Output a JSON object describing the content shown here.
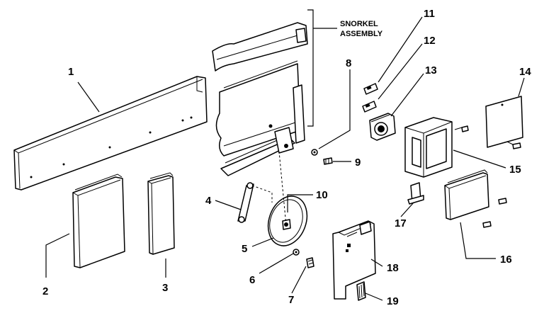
{
  "diagram": {
    "assembly_label_line1": "SNORKEL",
    "assembly_label_line2": "ASSEMBLY",
    "callouts": [
      "1",
      "2",
      "3",
      "4",
      "5",
      "6",
      "7",
      "8",
      "9",
      "10",
      "11",
      "12",
      "13",
      "14",
      "15",
      "16",
      "17",
      "18",
      "19"
    ]
  }
}
